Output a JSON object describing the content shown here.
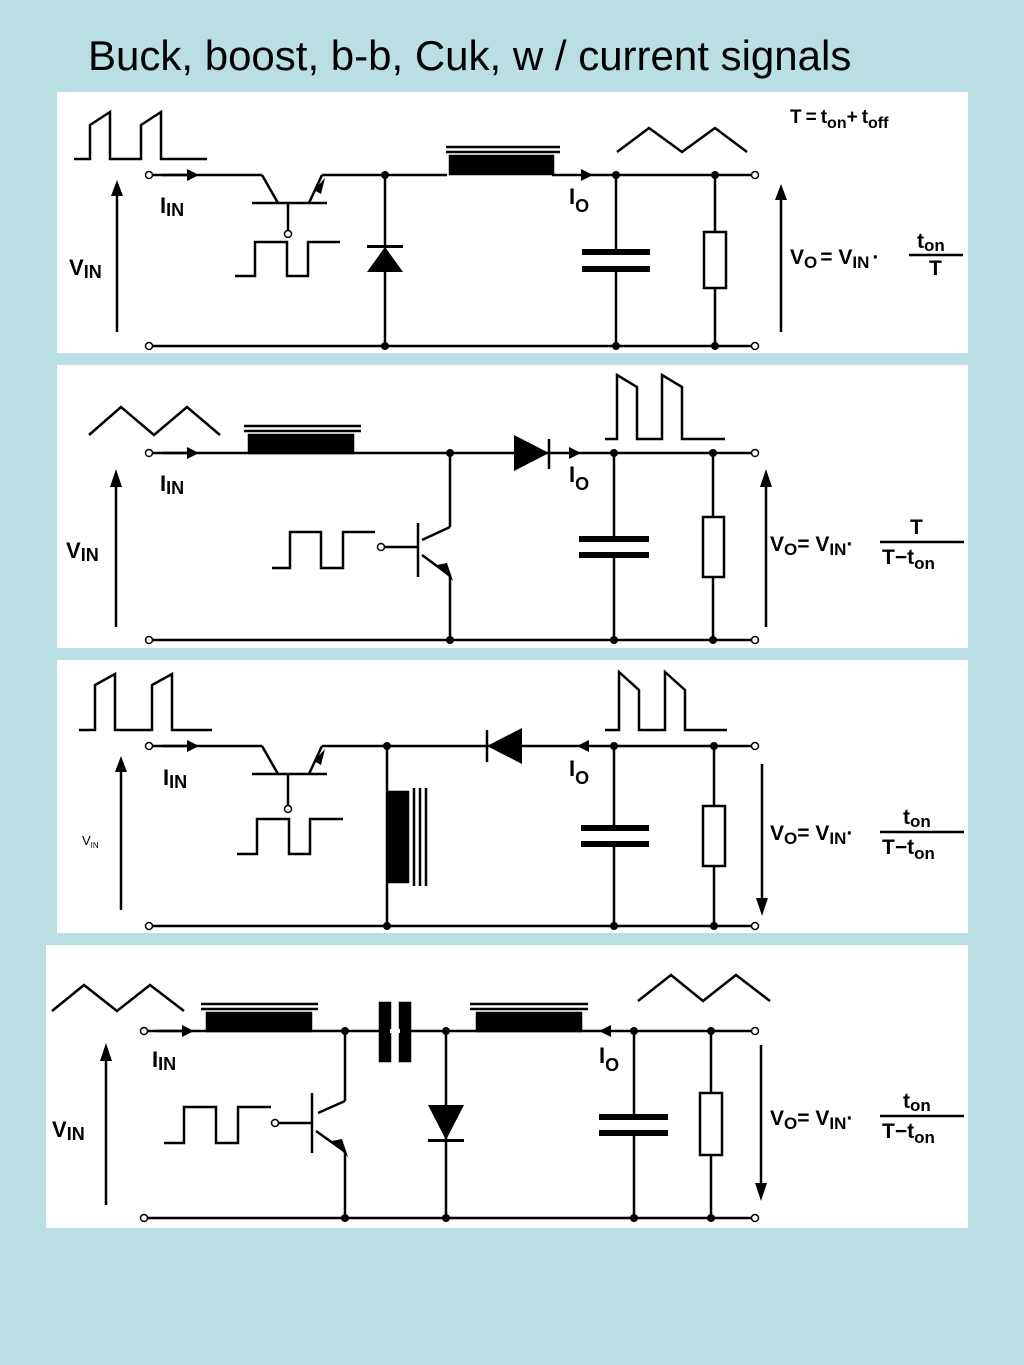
{
  "slide": {
    "title": "Buck, boost, b-b, Cuk, w / current signals"
  },
  "colors": {
    "background": "#b9dfe3",
    "panel": "#ffffff",
    "ink": "#000000"
  },
  "labels": {
    "vin": "V",
    "vin_sub": "IN",
    "iin": "I",
    "iin_sub": "IN",
    "io": "I",
    "io_sub": "O",
    "vo": "V",
    "vo_sub": "O",
    "vin_small": "V",
    "vin_small_sub": "IN"
  },
  "formulas": {
    "period": {
      "T": "T",
      "eq": "=",
      "t": "t",
      "on": "on",
      "plus": "+",
      "off": "off"
    },
    "buck": {
      "lhs": "V",
      "lhs_sub": "O",
      "eq": "= V",
      "eq_sub": "IN",
      "dot": "·",
      "num": "t",
      "num_sub": "on",
      "den": "T"
    },
    "boost": {
      "lhs": "V",
      "lhs_sub": "O",
      "eq": "= V",
      "eq_sub": "IN",
      "dot": "·",
      "num": "T",
      "den": "T−t",
      "den_sub": "on"
    },
    "buck_boost": {
      "lhs": "V",
      "lhs_sub": "O",
      "eq": "= V",
      "eq_sub": "IN",
      "dot": "·",
      "num": "t",
      "num_sub": "on",
      "den": "T−t",
      "den_sub": "on"
    },
    "cuk": {
      "lhs": "V",
      "lhs_sub": "O",
      "eq": "= V",
      "eq_sub": "IN",
      "dot": "·",
      "num": "t",
      "num_sub": "on",
      "den": "T−t",
      "den_sub": "on"
    }
  },
  "icons": [
    "square-wave-icon",
    "triangle-wave-icon",
    "sawtooth-current-icon",
    "transistor-icon",
    "diode-icon",
    "inductor-icon",
    "capacitor-icon",
    "resistor-icon",
    "transformer-icon"
  ]
}
